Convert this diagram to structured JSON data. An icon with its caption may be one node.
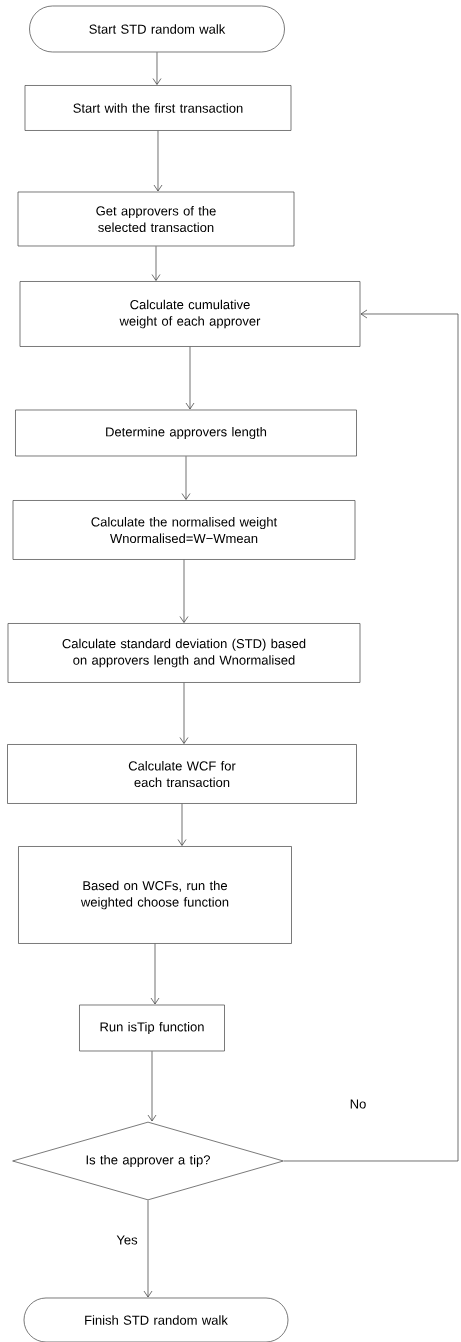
{
  "diagram": {
    "nodes": [
      {
        "text": [
          "Start STD random walk"
        ]
      },
      {
        "text": [
          "Start with the first transaction"
        ]
      },
      {
        "text": [
          "Get approvers of the selected transaction"
        ]
      },
      {
        "text": [
          "Calculate cumulative weight of each approver"
        ]
      },
      {
        "text": [
          "Determine approvers length"
        ]
      },
      {
        "text": [
          "Calculate the normalised weight Wnormalised=W−Wmean"
        ]
      },
      {
        "text": [
          "Calculate standard deviation (STD) based on approvers length and Wnormalised"
        ]
      },
      {
        "text": [
          "Calculate WCF for each transaction"
        ]
      },
      {
        "text": [
          "Based on WCFs, run the weighted choose function"
        ]
      },
      {
        "text": [
          "Run isTip function"
        ]
      },
      {
        "text": [
          "Is the approver a tip?"
        ]
      },
      {
        "text": [
          "Finish STD random walk"
        ]
      }
    ],
    "edges": [
      {
        "from": 0,
        "to": 1,
        "arrow": "to"
      },
      {
        "from": 1,
        "to": 2,
        "arrow": "to"
      },
      {
        "from": 2,
        "to": 3,
        "arrow": "to"
      },
      {
        "from": 3,
        "to": 4,
        "arrow": "to"
      },
      {
        "from": 4,
        "to": 5,
        "arrow": "to"
      },
      {
        "from": 5,
        "to": 6,
        "arrow": "to"
      },
      {
        "from": 6,
        "to": 7,
        "arrow": "to"
      },
      {
        "from": 7,
        "to": 8,
        "arrow": "to"
      },
      {
        "from": 8,
        "to": 9,
        "arrow": "to"
      },
      {
        "from": 9,
        "to": 10,
        "arrow": "to"
      },
      {
        "from": 10,
        "to": 11,
        "arrow": "to",
        "label": "Yes"
      },
      {
        "from": 10,
        "to": 3,
        "arrow": "to",
        "label": "No"
      }
    ]
  }
}
